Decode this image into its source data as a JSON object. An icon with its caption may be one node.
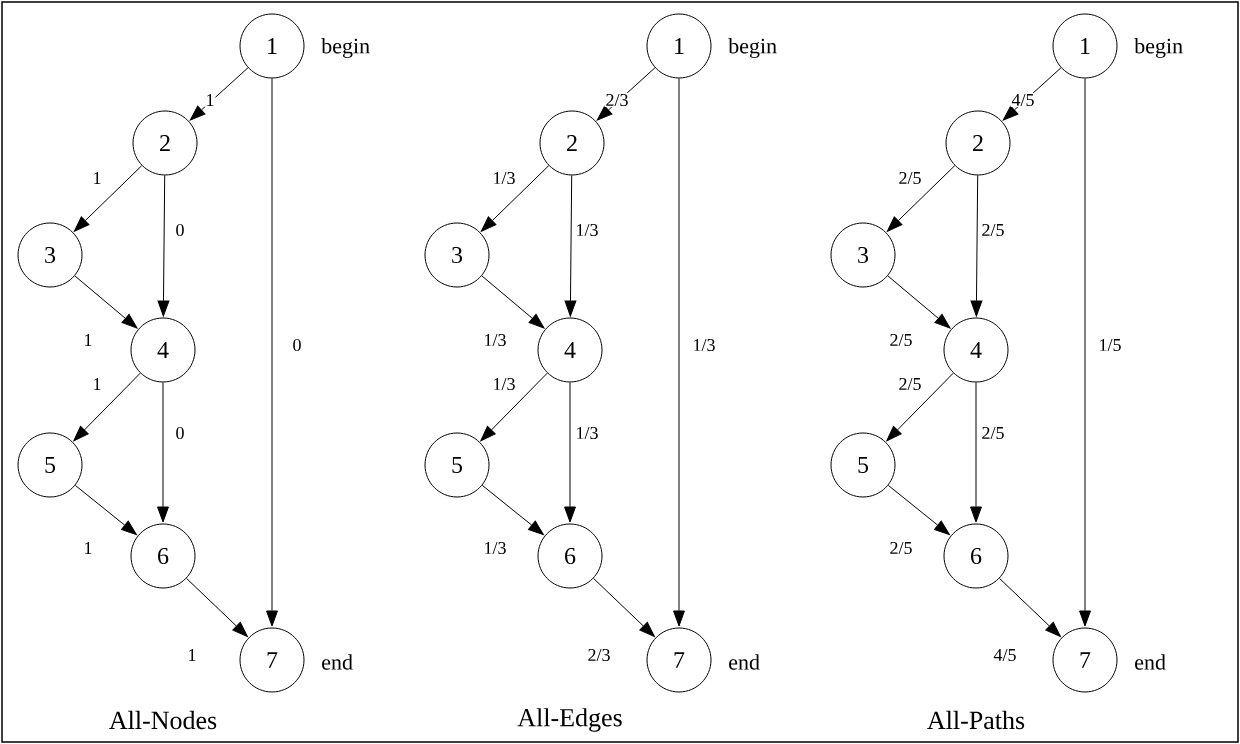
{
  "diagram": {
    "nodes": [
      {
        "text": [
          "1"
        ],
        "beside": [
          "begin"
        ]
      },
      {
        "text": [
          "2"
        ]
      },
      {
        "text": [
          "3"
        ]
      },
      {
        "text": [
          "4"
        ]
      },
      {
        "text": [
          "5"
        ]
      },
      {
        "text": [
          "6"
        ]
      },
      {
        "text": [
          "7"
        ],
        "beside": [
          "end"
        ]
      },
      {
        "text": [
          "1"
        ],
        "beside": [
          "begin"
        ]
      },
      {
        "text": [
          "2"
        ]
      },
      {
        "text": [
          "3"
        ]
      },
      {
        "text": [
          "4"
        ]
      },
      {
        "text": [
          "5"
        ]
      },
      {
        "text": [
          "6"
        ]
      },
      {
        "text": [
          "7"
        ],
        "beside": [
          "end"
        ]
      },
      {
        "text": [
          "1"
        ],
        "beside": [
          "begin"
        ]
      },
      {
        "text": [
          "2"
        ]
      },
      {
        "text": [
          "3"
        ]
      },
      {
        "text": [
          "4"
        ]
      },
      {
        "text": [
          "5"
        ]
      },
      {
        "text": [
          "6"
        ]
      },
      {
        "text": [
          "7"
        ],
        "beside": [
          "end"
        ]
      }
    ],
    "edges": [
      {
        "from": 0,
        "to": 1,
        "arrow": "to",
        "label": "1"
      },
      {
        "from": 1,
        "to": 2,
        "arrow": "to",
        "label": "1"
      },
      {
        "from": 1,
        "to": 3,
        "arrow": "to",
        "label": "0"
      },
      {
        "from": 2,
        "to": 3,
        "arrow": "to",
        "label": "1"
      },
      {
        "from": 3,
        "to": 4,
        "arrow": "to",
        "label": "1"
      },
      {
        "from": 3,
        "to": 5,
        "arrow": "to",
        "label": "0"
      },
      {
        "from": 4,
        "to": 5,
        "arrow": "to",
        "label": "1"
      },
      {
        "from": 5,
        "to": 6,
        "arrow": "to",
        "label": "1"
      },
      {
        "from": 0,
        "to": 6,
        "arrow": "to",
        "label": "0"
      },
      {
        "from": 7,
        "to": 8,
        "arrow": "to",
        "label": "2/3"
      },
      {
        "from": 8,
        "to": 9,
        "arrow": "to",
        "label": "1/3"
      },
      {
        "from": 8,
        "to": 10,
        "arrow": "to",
        "label": "1/3"
      },
      {
        "from": 9,
        "to": 10,
        "arrow": "to",
        "label": "1/3"
      },
      {
        "from": 10,
        "to": 11,
        "arrow": "to",
        "label": "1/3"
      },
      {
        "from": 10,
        "to": 12,
        "arrow": "to",
        "label": "1/3"
      },
      {
        "from": 11,
        "to": 12,
        "arrow": "to",
        "label": "1/3"
      },
      {
        "from": 12,
        "to": 13,
        "arrow": "to",
        "label": "2/3"
      },
      {
        "from": 7,
        "to": 13,
        "arrow": "to",
        "label": "1/3"
      },
      {
        "from": 14,
        "to": 15,
        "arrow": "to",
        "label": "4/5"
      },
      {
        "from": 15,
        "to": 16,
        "arrow": "to",
        "label": "2/5"
      },
      {
        "from": 15,
        "to": 17,
        "arrow": "to",
        "label": "2/5"
      },
      {
        "from": 16,
        "to": 17,
        "arrow": "to",
        "label": "2/5"
      },
      {
        "from": 17,
        "to": 18,
        "arrow": "to",
        "label": "2/5"
      },
      {
        "from": 17,
        "to": 19,
        "arrow": "to",
        "label": "2/5"
      },
      {
        "from": 18,
        "to": 19,
        "arrow": "to",
        "label": "2/5"
      },
      {
        "from": 19,
        "to": 20,
        "arrow": "to",
        "label": "4/5"
      },
      {
        "from": 14,
        "to": 20,
        "arrow": "to",
        "label": "1/5"
      }
    ],
    "labels": [
      "All-Nodes",
      "All-Edges",
      "All-Paths"
    ]
  }
}
